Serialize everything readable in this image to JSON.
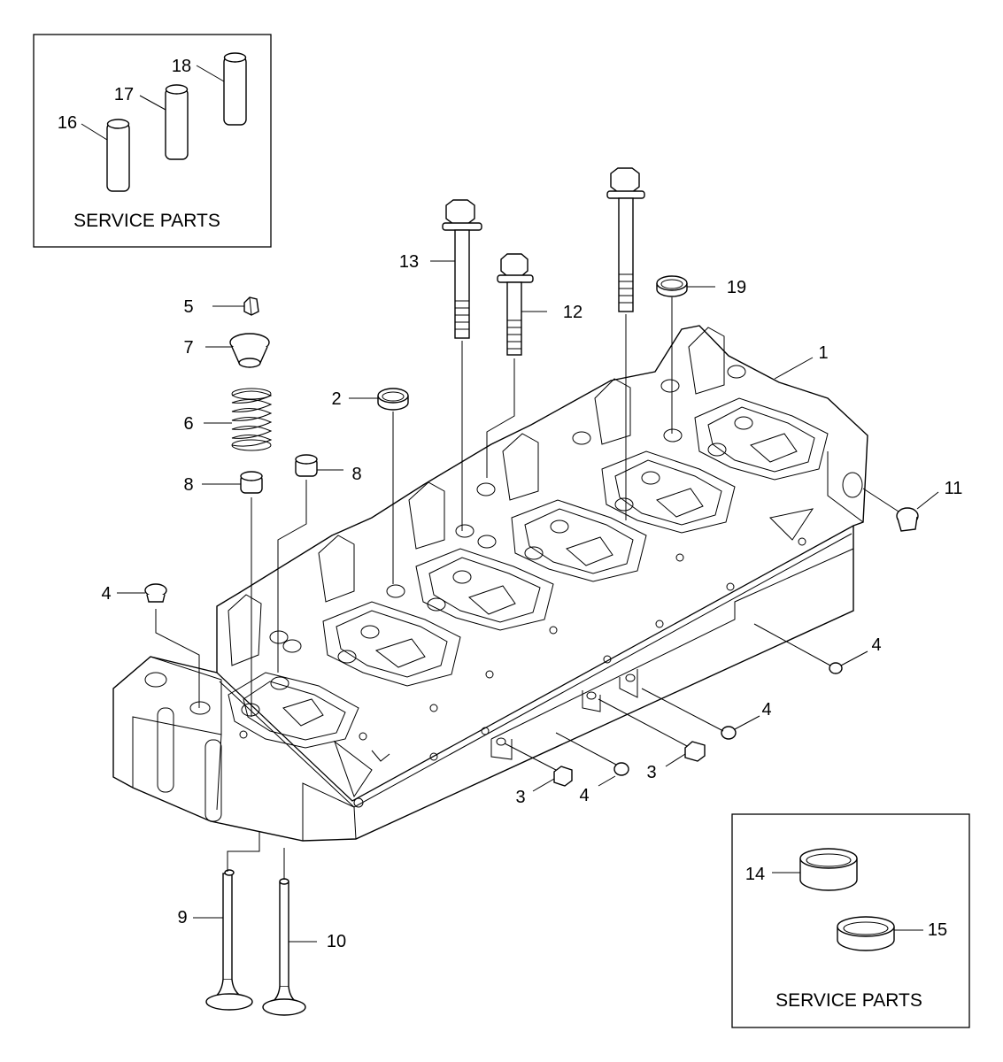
{
  "colors": {
    "line": "#000000",
    "background": "#ffffff"
  },
  "service_box_top": {
    "title": "SERVICE PARTS"
  },
  "service_box_bottom": {
    "title": "SERVICE PARTS"
  },
  "callouts": {
    "c1": "1",
    "c2": "2",
    "c3a": "3",
    "c3b": "3",
    "c4a": "4",
    "c4b": "4",
    "c4c": "4",
    "c4d": "4",
    "c5": "5",
    "c6": "6",
    "c7": "7",
    "c8a": "8",
    "c8b": "8",
    "c9": "9",
    "c10": "10",
    "c11": "11",
    "c12": "12",
    "c13": "13",
    "c14": "14",
    "c15": "15",
    "c16": "16",
    "c17": "17",
    "c18": "18",
    "c19": "19"
  }
}
